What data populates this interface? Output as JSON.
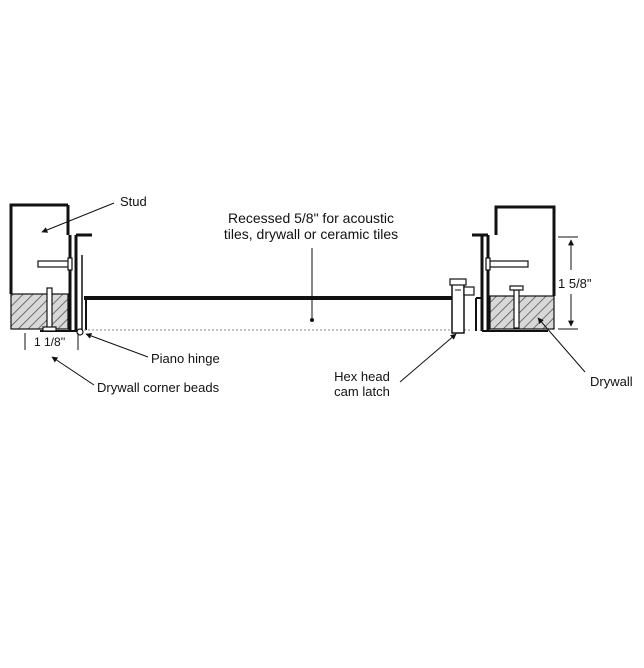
{
  "diagram": {
    "type": "cross-section",
    "labels": {
      "stud": "Stud",
      "recessed_line1": "Recessed 5/8\" for acoustic",
      "recessed_line2": "tiles, drywall or ceramic tiles",
      "dimension_depth": "1 5/8\"",
      "dimension_flange": "1 1/8''",
      "piano_hinge": "Piano hinge",
      "drywall_corner_beads": "Drywall corner beads",
      "hex_line1": "Hex head",
      "hex_line2": "cam latch",
      "drywall": "Drywall"
    },
    "colors": {
      "line": "#111111",
      "hatch": "#555555",
      "drywall_fill": "#d8d8d8",
      "background": "#ffffff"
    }
  }
}
